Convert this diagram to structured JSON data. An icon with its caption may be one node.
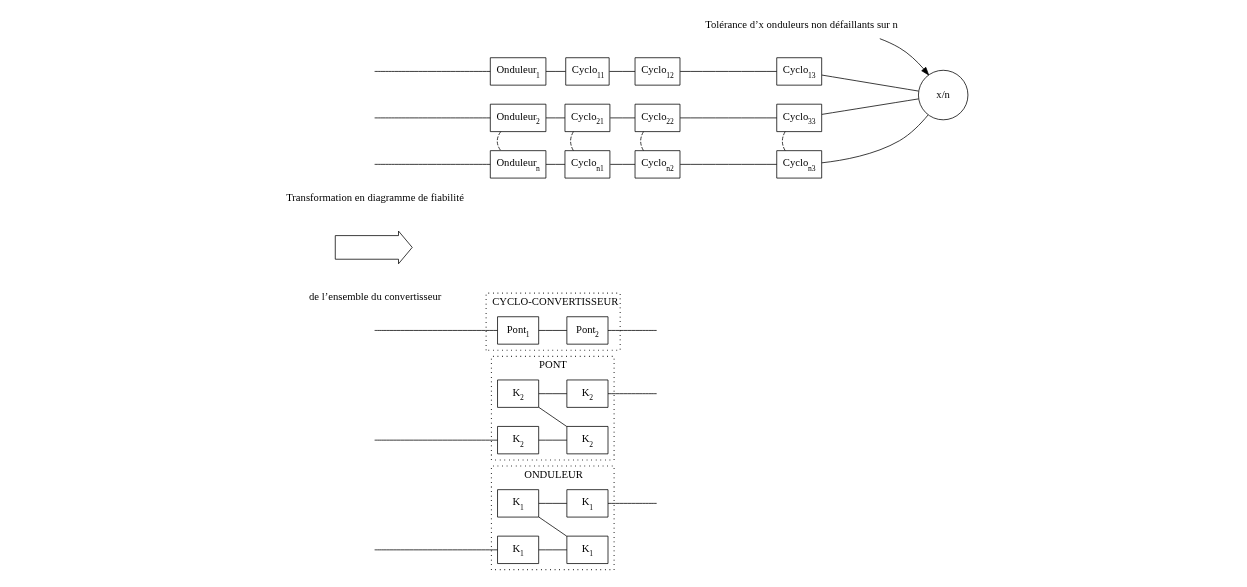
{
  "diagram": {
    "nodes": [
      {
        "text": [
          "ONDULEUR"
        ]
      },
      {
        "text": [
          "K$_{1}$"
        ],
        "in": 0
      },
      {
        "text": [
          "K$_{1}$"
        ],
        "in": 0
      },
      {
        "text": [
          "K$_{1}$"
        ],
        "in": 0
      },
      {
        "text": [
          "K$_{1}$"
        ],
        "in": 0
      },
      {
        "text": [
          "PONT"
        ]
      },
      {
        "text": [
          "K$_{2}$"
        ],
        "in": 5
      },
      {
        "text": [
          "K$_{2}$"
        ],
        "in": 5
      },
      {
        "text": [
          "K$_{2}$"
        ],
        "in": 5
      },
      {
        "text": [
          "K$_{2}$"
        ],
        "in": 5
      },
      {
        "text": [
          "CYCLO-CONVERTISSEUR"
        ]
      },
      {
        "text": [
          "Pont$_{1}$"
        ],
        "in": 10
      },
      {
        "text": [
          "Pont$_{2}$"
        ],
        "in": 10
      },
      {
        "text": [],
        "shape": "arrow",
        "beside": [
          "Transformation en diagramme de fiabilité",
          "de l’ensemble du convertisseur"
        ]
      },
      {
        "text": [
          "Onduleur$_{1}$"
        ]
      },
      {
        "text": [
          "Cyclo$_{11}$"
        ]
      },
      {
        "text": [
          "Cyclo$_{12}$"
        ]
      },
      {
        "text": [
          "Cyclo$_{13}$"
        ]
      },
      {
        "text": [
          "Onduleur$_{2}$"
        ]
      },
      {
        "text": [
          "Cyclo$_{21}$"
        ]
      },
      {
        "text": [
          "Cyclo$_{22}$"
        ]
      },
      {
        "text": [
          "Cyclo$_{33}$"
        ]
      },
      {
        "text": [
          "Onduleur$_{n}$"
        ]
      },
      {
        "text": [
          "Cyclo$_{n1}$"
        ]
      },
      {
        "text": [
          "Cyclo$_{n2}$"
        ]
      },
      {
        "text": [
          "Cyclo$_{n3}$"
        ]
      },
      {
        "text": [
          "x/n"
        ]
      },
      {
        "text": [
          "Tolérance d’x onduleurs non défaillants sur n"
        ]
      }
    ],
    "edges": [
      {
        "from": null,
        "to": 1,
        "arrow": "none"
      },
      {
        "from": 1,
        "to": 2,
        "arrow": "none"
      },
      {
        "from": 2,
        "to": 3,
        "arrow": "none"
      },
      {
        "from": 3,
        "to": 4,
        "arrow": "none"
      },
      {
        "from": 4,
        "to": null,
        "arrow": "none"
      },
      {
        "from": null,
        "to": 6,
        "arrow": "none"
      },
      {
        "from": 6,
        "to": 7,
        "arrow": "none"
      },
      {
        "from": 7,
        "to": 8,
        "arrow": "none"
      },
      {
        "from": 8,
        "to": 9,
        "arrow": "none"
      },
      {
        "from": 9,
        "to": null,
        "arrow": "none"
      },
      {
        "from": null,
        "to": 11,
        "arrow": "none"
      },
      {
        "from": 11,
        "to": 12,
        "arrow": "none"
      },
      {
        "from": 12,
        "to": null,
        "arrow": "none"
      },
      {
        "from": null,
        "to": 14,
        "arrow": "none"
      },
      {
        "from": null,
        "to": 18,
        "arrow": "none"
      },
      {
        "from": null,
        "to": 22,
        "arrow": "none"
      },
      {
        "from": 14,
        "to": 15,
        "arrow": "none"
      },
      {
        "from": 15,
        "to": 16,
        "arrow": "none"
      },
      {
        "from": 16,
        "to": 17,
        "arrow": "none"
      },
      {
        "from": 18,
        "to": 19,
        "arrow": "none"
      },
      {
        "from": 19,
        "to": 20,
        "arrow": "none"
      },
      {
        "from": 20,
        "to": 21,
        "arrow": "none"
      },
      {
        "from": 22,
        "to": 23,
        "arrow": "none"
      },
      {
        "from": 23,
        "to": 24,
        "arrow": "none"
      },
      {
        "from": 24,
        "to": 25,
        "arrow": "none"
      },
      {
        "from": 18,
        "to": 22,
        "arrow": "none",
        "style": "dashed"
      },
      {
        "from": 19,
        "to": 23,
        "arrow": "none",
        "style": "dashed"
      },
      {
        "from": 20,
        "to": 24,
        "arrow": "none",
        "style": "dashed"
      },
      {
        "from": 21,
        "to": 25,
        "arrow": "none",
        "style": "dashed"
      },
      {
        "from": 17,
        "to": 26,
        "arrow": "none"
      },
      {
        "from": 21,
        "to": 26,
        "arrow": "none"
      },
      {
        "from": 25,
        "to": 26,
        "arrow": "none"
      },
      {
        "from": 27,
        "to": 26,
        "arrow": "to"
      }
    ]
  }
}
